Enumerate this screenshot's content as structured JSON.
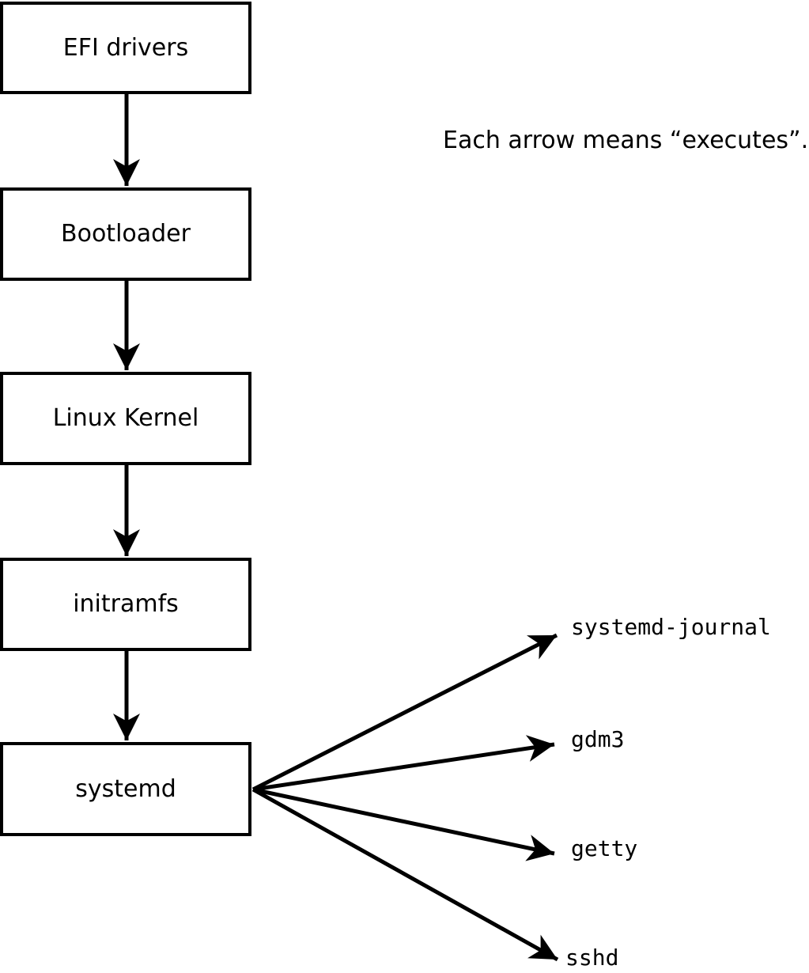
{
  "diagram": {
    "caption": "Each arrow means “executes”.",
    "arrow_meaning": "executes",
    "boot_chain": [
      {
        "label": "EFI drivers"
      },
      {
        "label": "Bootloader"
      },
      {
        "label": "Linux Kernel"
      },
      {
        "label": "initramfs"
      },
      {
        "label": "systemd"
      }
    ],
    "spawned_services": [
      {
        "label": "systemd-journal"
      },
      {
        "label": "gdm3"
      },
      {
        "label": "getty"
      },
      {
        "label": "sshd"
      }
    ],
    "colors": {
      "line": "#000000",
      "box_fill": "#ffffff",
      "box_border": "#000000",
      "text": "#000000",
      "background": "#ffffff"
    }
  }
}
